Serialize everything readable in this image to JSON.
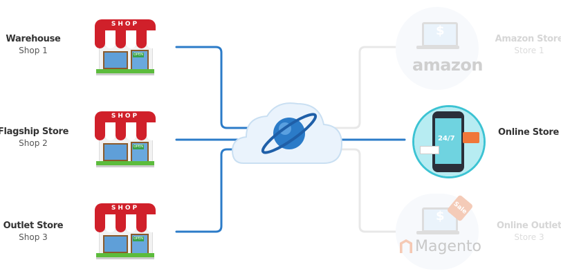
{
  "left_nodes": [
    {
      "title": "Warehouse",
      "subtitle": "Shop 1",
      "sign": "SHOP",
      "door_sign": "OPEN"
    },
    {
      "title": "Flagship Store",
      "subtitle": "Shop 2",
      "sign": "SHOP",
      "door_sign": "OPEN"
    },
    {
      "title": "Outlet Store",
      "subtitle": "Shop 3",
      "sign": "SHOP",
      "door_sign": "OPEN"
    }
  ],
  "right_nodes": [
    {
      "title": "Amazon Store",
      "subtitle": "Store 1",
      "logo": "amazon",
      "active": false
    },
    {
      "title": "Online Store",
      "subtitle": "",
      "logo": "",
      "active": true,
      "badge": "24/7"
    },
    {
      "title": "Online Outlet",
      "subtitle": "Store 3",
      "logo": "Magento",
      "active": false,
      "tag": "Sale"
    }
  ],
  "colors": {
    "connector_active": "#2b7bc8",
    "connector_inactive": "#e6e6e6",
    "awning_red": "#d0202a",
    "cloud": "#e8f2fb"
  }
}
